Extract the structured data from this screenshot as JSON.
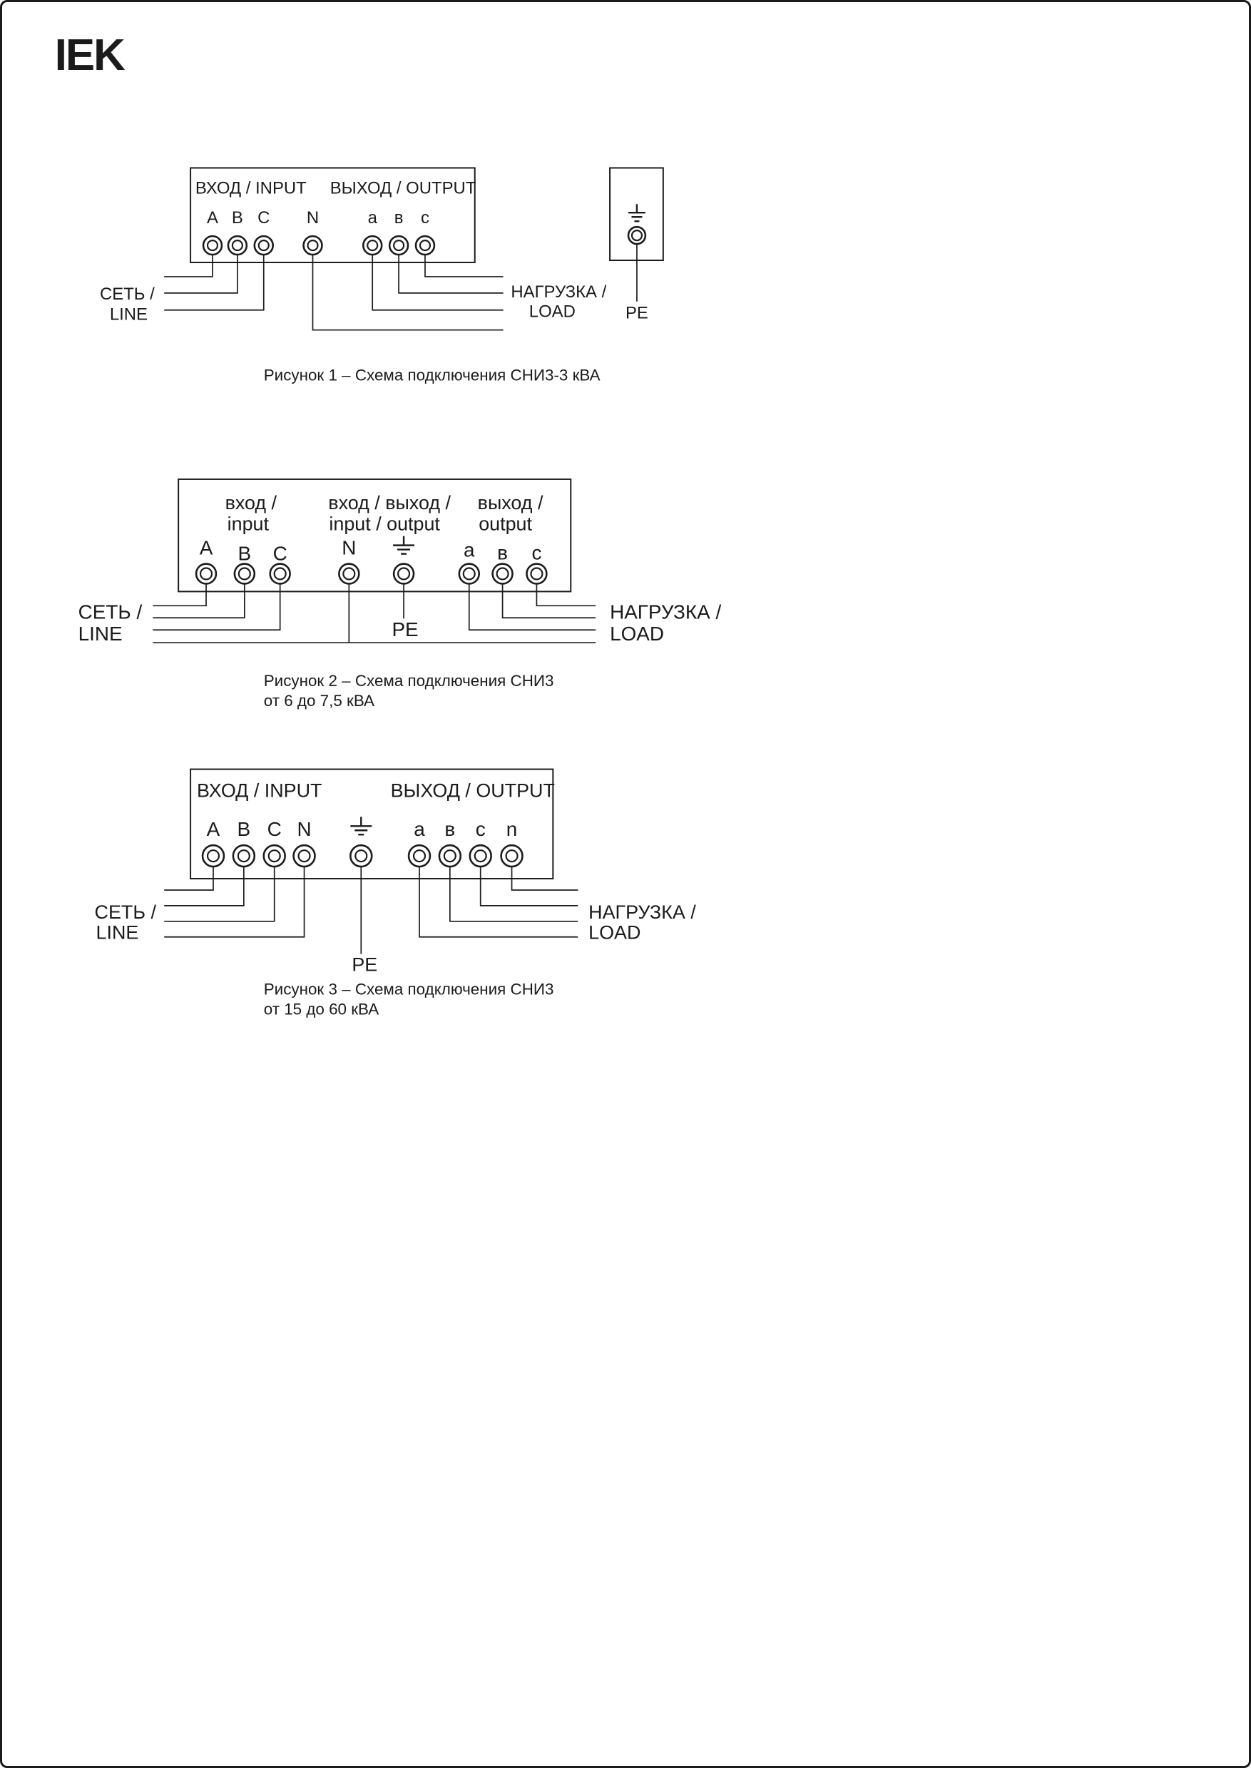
{
  "logo": "IEK",
  "figure1": {
    "headers": {
      "input": "ВХОД / INPUT",
      "output": "ВЫХОД / OUTPUT"
    },
    "input_terminals": [
      "A",
      "B",
      "C"
    ],
    "neutral_terminal": "N",
    "output_terminals": [
      "а",
      "в",
      "с"
    ],
    "labels": {
      "line_ru": "СЕТЬ /",
      "line_en": "LINE",
      "load_ru": "НАГРУЗКА /",
      "load_en": "LOAD",
      "pe": "PE"
    },
    "caption": "Рисунок 1 – Схема подключения СНИ3-3 кВА"
  },
  "figure2": {
    "headers": {
      "input_ru": "вход /",
      "input_en": "input",
      "io_ru": "вход / выход /",
      "io_en": "input / output",
      "output_ru": "выход /",
      "output_en": "output"
    },
    "input_terminals": [
      "A",
      "B",
      "C"
    ],
    "neutral_terminal": "N",
    "output_terminals": [
      "а",
      "в",
      "с"
    ],
    "labels": {
      "line_ru": "СЕТЬ /",
      "line_en": "LINE",
      "load_ru": "НАГРУЗКА /",
      "load_en": "LOAD",
      "pe": "PE"
    },
    "caption_line1": "Рисунок 2 – Схема подключения СНИ3",
    "caption_line2": "от 6 до 7,5 кВА"
  },
  "figure3": {
    "headers": {
      "input": "ВХОД / INPUT",
      "output": "ВЫХОД / OUTPUT"
    },
    "input_terminals": [
      "A",
      "B",
      "C",
      "N"
    ],
    "output_terminals": [
      "а",
      "в",
      "с",
      "n"
    ],
    "labels": {
      "line_ru": "СЕТЬ /",
      "line_en": "LINE",
      "load_ru": "НАГРУЗКА /",
      "load_en": "LOAD",
      "pe": "PE"
    },
    "caption_line1": "Рисунок 3 – Схема подключения СНИ3",
    "caption_line2": "от 15 до 60 кВА"
  }
}
